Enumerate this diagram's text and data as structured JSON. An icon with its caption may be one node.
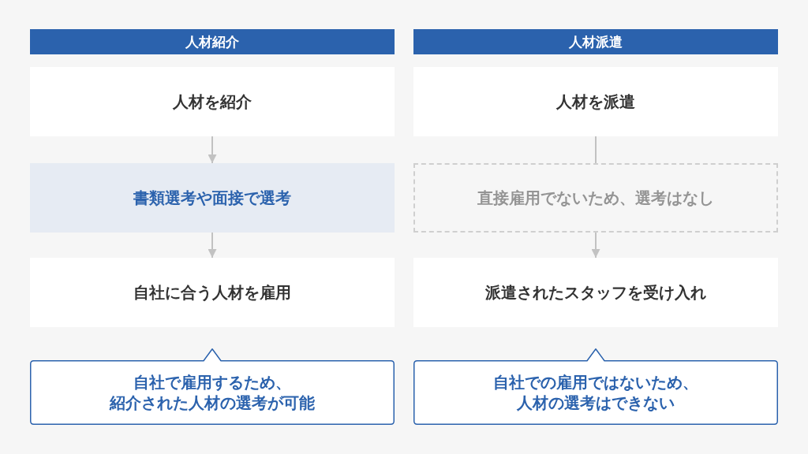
{
  "diagram": {
    "nodes": [
      {
        "text": [
          "人材紹介"
        ]
      },
      {
        "text": [
          "人材を紹介"
        ]
      },
      {
        "text": [
          "書類選考や面接で選考"
        ]
      },
      {
        "text": [
          "自社に合う人材を雇用"
        ]
      },
      {
        "text": [
          "自社で雇用するため、紹介された人材の選考が可能"
        ]
      },
      {
        "text": [
          "人材派遣"
        ]
      },
      {
        "text": [
          "人材を派遣"
        ]
      },
      {
        "text": [
          "直接雇用でないため、選考はなし"
        ]
      },
      {
        "text": [
          "派遣されたスタッフを受け入れ"
        ]
      },
      {
        "text": [
          "自社での雇用ではないため、人材の選考はできない"
        ]
      }
    ],
    "edges": [
      {
        "from": 1,
        "to": 2,
        "arrow": "to"
      },
      {
        "from": 2,
        "to": 3,
        "arrow": "to"
      },
      {
        "from": 6,
        "to": 7,
        "arrow": "none"
      },
      {
        "from": 7,
        "to": 8,
        "arrow": "to"
      }
    ]
  }
}
